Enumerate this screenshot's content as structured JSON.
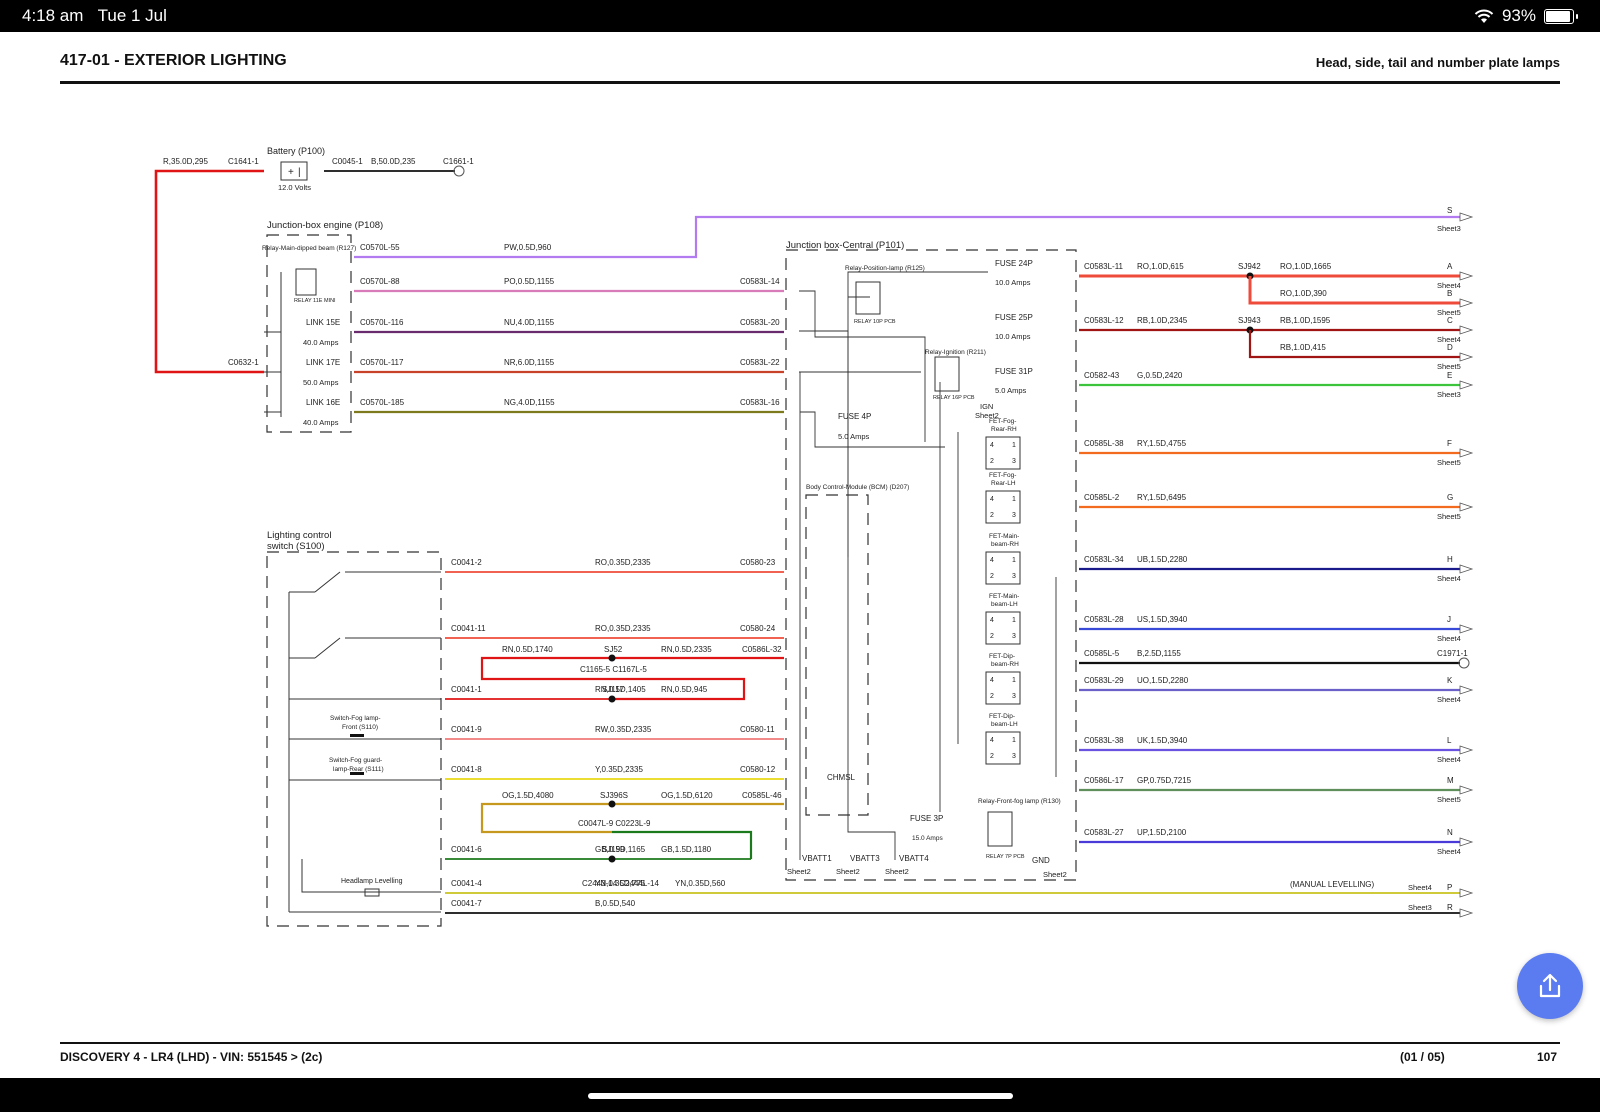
{
  "status": {
    "time": "4:18 am",
    "date": "Tue 1 Jul",
    "battery": "93%",
    "battery_level": 0.93,
    "icons": [
      "wifi-icon",
      "battery-icon"
    ]
  },
  "header": {
    "title": "417-01 - EXTERIOR LIGHTING",
    "subtitle": "Head, side, tail and number plate lamps"
  },
  "footer": {
    "left": "DISCOVERY 4 - LR4  (LHD) - VIN: 551545 > (2c)",
    "page": "(01 / 05)",
    "num": "107"
  },
  "components": {
    "battery": "Battery (P100)",
    "volts": "12.0 Volts",
    "jb_engine": "Junction-box engine (P108)",
    "relay_dipped": "Relay-Main-dipped beam (R127)",
    "relay_11e": "RELAY 11E MINI",
    "link15": "LINK 15E",
    "link15_amps": "40.0 Amps",
    "link17": "LINK 17E",
    "link17_amps": "50.0 Amps",
    "link16": "LINK 16E",
    "link16_amps": "40.0 Amps",
    "jb_central": "Junction box-Central (P101)",
    "relay_pos": "Relay-Position-lamp (R125)",
    "relay_10p": "RELAY 10P PCB",
    "relay_ign": "Relay-Ignition (R211)",
    "relay_16p": "RELAY 16P PCB",
    "fuse24": "FUSE 24P",
    "fuse24_amps": "10.0 Amps",
    "fuse25": "FUSE 25P",
    "fuse25_amps": "10.0 Amps",
    "fuse31": "FUSE 31P",
    "fuse31_amps": "5.0 Amps",
    "fuse4": "FUSE 4P",
    "fuse4_amps": "5.0 Amps",
    "fuse3": "FUSE 3P",
    "fuse3_amps": "15.0 Amps",
    "ign": "IGN",
    "ign_sheet": "Sheet2",
    "bcm": "Body Control-Module (BCM) (D207)",
    "chmsl": "CHMSL",
    "fet_fog_rh": "FET-Fog-Rear-RH",
    "fet_fog_lh": "FET-Fog-Rear-LH",
    "fet_main_rh": "FET-Main-beam-RH",
    "fet_main_lh": "FET-Main-beam-LH",
    "fet_dip_rh": "FET-Dip-beam-RH",
    "fet_dip_lh": "FET-Dip-beam-LH",
    "relay_front_fog": "Relay-Front-fog lamp (R130)",
    "relay_7p": "RELAY 7P PCB",
    "lcs": "Lighting control switch (S100)",
    "sw_fog_front": "Switch-Fog lamp-Front (S110)",
    "sw_fog_rear": "Switch-Fog guard-lamp-Rear (S111)",
    "headlamp_lev": "Headlamp Levelling",
    "manual_lev": "(MANUAL LEVELLING)",
    "vbatt1": "VBATT1",
    "vbatt3": "VBATT3",
    "vbatt4": "VBATT4",
    "gnd": "GND",
    "sheet2": "Sheet2"
  },
  "wires": [
    {
      "from": "C0570L-55",
      "spec": "PW,0.5D,960",
      "color": "#b27cf0"
    },
    {
      "from": "C0570L-88",
      "spec": "PO,0.5D,1155",
      "to": "C0583L-14",
      "color": "#d97bb8"
    },
    {
      "from": "C0570L-116",
      "spec": "NU,4.0D,1155",
      "to": "C0583L-20",
      "color": "#6a2a6e"
    },
    {
      "from": "C0570L-117",
      "spec": "NR,6.0D,1155",
      "to": "C0583L-22",
      "color": "#c8422a"
    },
    {
      "from": "C0570L-185",
      "spec": "NG,4.0D,1155",
      "to": "C0583L-16",
      "color": "#7d7a1e"
    },
    {
      "from": "C0041-2",
      "spec": "RO,0.35D,2335",
      "to": "C0580-23",
      "color": "#ef4b3a"
    },
    {
      "from": "C0041-11",
      "spec": "RO,0.35D,2335",
      "to": "C0580-24",
      "color": "#ef4b3a"
    },
    {
      "from": "C0041-1",
      "spec": "RN,0.5D,1405",
      "splice": "SJ117",
      "spec2": "RN,0.5D,945",
      "color": "#e01414"
    },
    {
      "from": "C0041-9",
      "spec": "RW,0.35D,2335",
      "to": "C0580-11",
      "color": "#f07a7a"
    },
    {
      "from": "C0041-8",
      "spec": "Y,0.35D,2335",
      "to": "C0580-12",
      "color": "#e8d814"
    },
    {
      "from": "C0041-6",
      "spec": "GB,0.5D,1165",
      "splice": "SJ199",
      "spec2": "GB,1.5D,1180",
      "color": "#1b7a1b"
    },
    {
      "from": "C0041-4",
      "spec": "YN,0.35D,775",
      "to": "C2443-14 C2444L-14",
      "spec2": "YN,0.35D,560",
      "color": "#c8c21e"
    },
    {
      "from": "C0041-7",
      "spec": "B,0.5D,540",
      "color": "#111111"
    }
  ],
  "misc": {
    "r350": "R,35.0D,295",
    "c1641": "C1641-1",
    "c0045": "C0045-1",
    "b500": "B,50.0D,235",
    "c1661": "C1661-1",
    "c0632": "C0632-1",
    "rn_1740": "RN,0.5D,1740",
    "sj52": "SJ52",
    "rn_2335": "RN,0.5D,2335",
    "c0586l32": "C0586L-32",
    "c1165": "C1165-5 C1167L-5",
    "og_4080": "OG,1.5D,4080",
    "sj396s": "SJ396S",
    "og_6120": "OG,1.5D,6120",
    "c0585l46": "C0585L-46",
    "c0047": "C0047L-9 C0223L-9"
  },
  "outputs": [
    {
      "letter": "S",
      "sheet": "Sheet3"
    },
    {
      "letter": "A",
      "from": "C0583L-11",
      "spec": "RO,1.0D,615",
      "splice": "SJ942",
      "spec2": "RO,1.0D,1665",
      "sheet": "Sheet4",
      "color": "#ef4b3a"
    },
    {
      "letter": "B",
      "spec2": "RO,1.0D,390",
      "sheet": "Sheet5",
      "color": "#ef4b3a"
    },
    {
      "letter": "C",
      "from": "C0583L-12",
      "spec": "RB,1.0D,2345",
      "splice": "SJ943",
      "spec2": "RB,1.0D,1595",
      "sheet": "Sheet4",
      "color": "#a11414"
    },
    {
      "letter": "D",
      "spec2": "RB,1.0D,415",
      "sheet": "Sheet5",
      "color": "#a11414"
    },
    {
      "letter": "E",
      "from": "C0582-43",
      "spec": "G,0.5D,2420",
      "sheet": "Sheet3",
      "color": "#3cc43c"
    },
    {
      "letter": "F",
      "from": "C0585L-38",
      "spec": "RY,1.5D,4755",
      "sheet": "Sheet5",
      "color": "#f26b1e"
    },
    {
      "letter": "G",
      "from": "C0585L-2",
      "spec": "RY,1.5D,6495",
      "sheet": "Sheet5",
      "color": "#f26b1e"
    },
    {
      "letter": "H",
      "from": "C0583L-34",
      "spec": "UB,1.5D,2280",
      "sheet": "Sheet4",
      "color": "#1a1a8a"
    },
    {
      "letter": "J",
      "from": "C0583L-28",
      "spec": "US,1.5D,3940",
      "sheet": "Sheet4",
      "color": "#3a4ad8"
    },
    {
      "letter": "C1971-1",
      "from": "C0585L-5",
      "spec": "B,2.5D,1155",
      "sheet": "",
      "color": "#111111"
    },
    {
      "letter": "K",
      "from": "C0583L-29",
      "spec": "UO,1.5D,2280",
      "sheet": "Sheet4",
      "color": "#6b5fc8"
    },
    {
      "letter": "L",
      "from": "C0583L-38",
      "spec": "UK,1.5D,3940",
      "sheet": "Sheet4",
      "color": "#6a52e0"
    },
    {
      "letter": "M",
      "from": "C0586L-17",
      "spec": "GP,0.75D,7215",
      "sheet": "Sheet5",
      "color": "#5f8f5a"
    },
    {
      "letter": "N",
      "from": "C0583L-27",
      "spec": "UP,1.5D,2100",
      "sheet": "Sheet4",
      "color": "#4a3ad8"
    },
    {
      "letter": "P",
      "sheet": "Sheet4",
      "color": "#c8c21e"
    },
    {
      "letter": "R",
      "sheet": "Sheet3",
      "color": "#111111"
    }
  ]
}
